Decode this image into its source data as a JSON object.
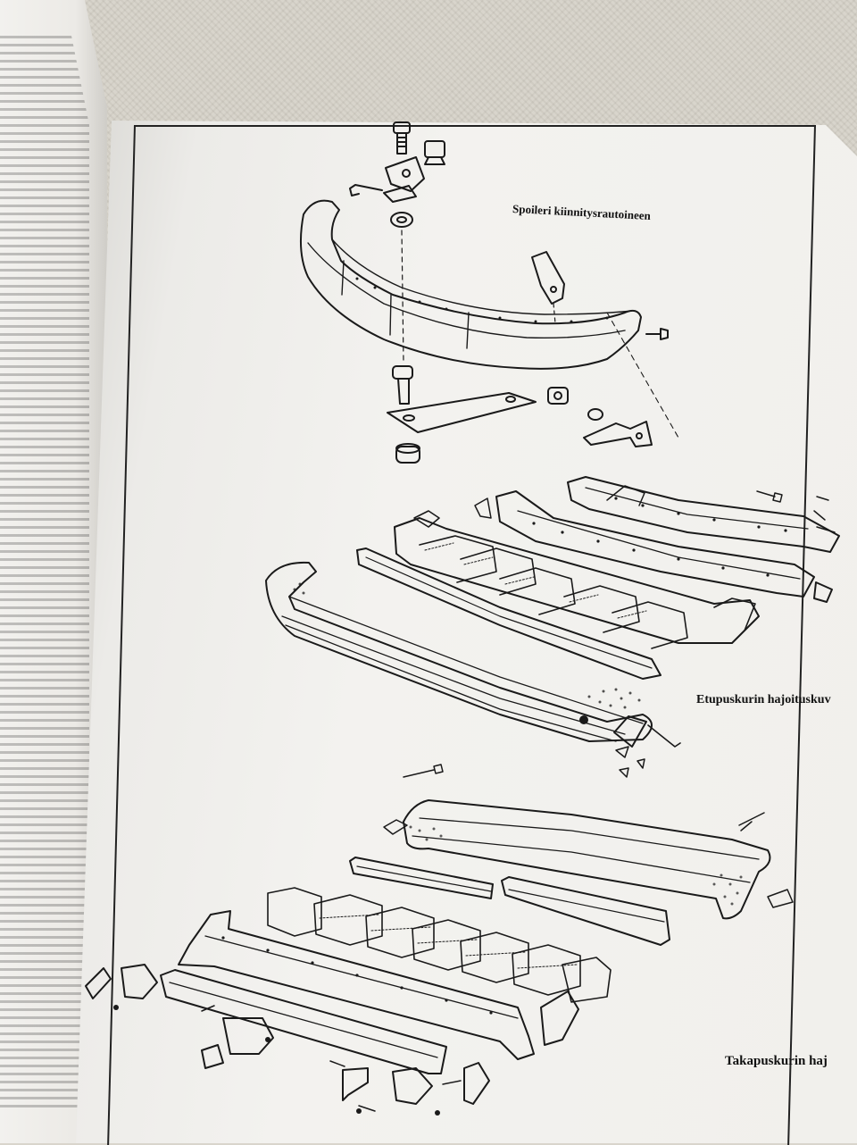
{
  "page": {
    "colors": {
      "paper": "#f1f0ec",
      "ink": "#111111",
      "backdrop": "#d6d2c8"
    }
  },
  "captions": {
    "spoiler": "Spoileri kiinnitysrautoineen",
    "front_bumper": "Etupuskurin hajoituskuv",
    "rear_bumper": "Takapuskurin haj"
  }
}
